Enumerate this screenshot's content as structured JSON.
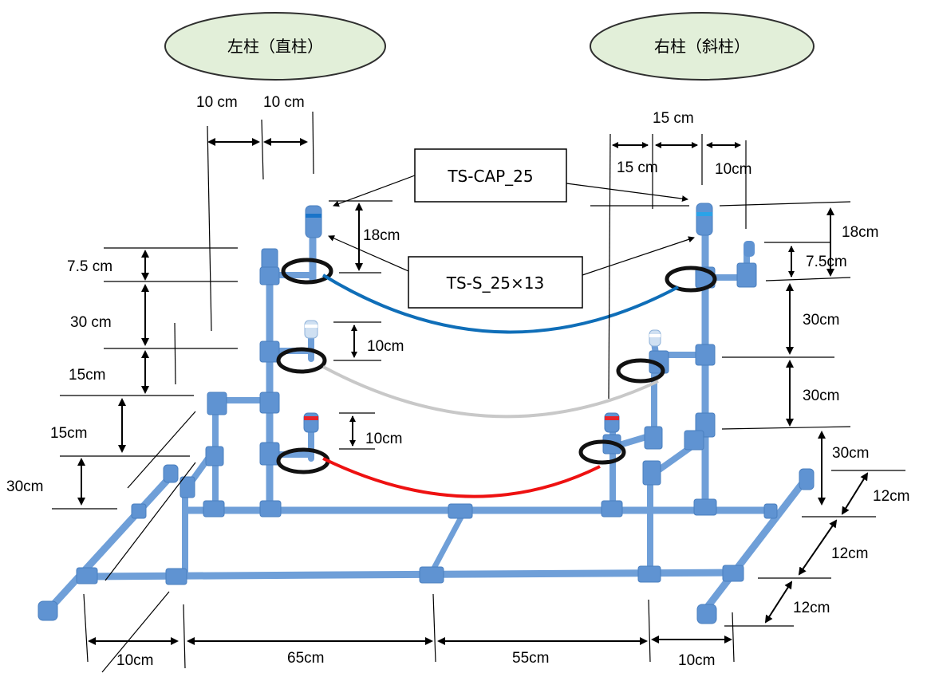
{
  "title_left": "左柱（直柱）",
  "title_right": "右柱（斜柱）",
  "callouts": {
    "cap": "TS-CAP_25",
    "socket": "TS-S_25×13"
  },
  "colors": {
    "ellipse_fill": "#e2efd9",
    "ellipse_stroke": "#2f2f2f",
    "pipe": "#6f9fd8",
    "joint": "#5f93d2",
    "hose_blue": "#0f6eb8",
    "hose_gray": "#c8c8c8",
    "hose_red": "#ee1111",
    "ring": "#111111",
    "cap_blue": "#1a74c9",
    "cap_red": "#e8232b"
  },
  "dimensions": {
    "top_left_a": "10 cm",
    "top_left_b": "10 cm",
    "top_right_a": "15 cm",
    "top_right_b": "15 cm",
    "top_right_c": "10cm",
    "left_18": "18cm",
    "left_75": "7.5 cm",
    "left_30": "30 cm",
    "left_15a": "15cm",
    "left_15b": "15cm",
    "left_30b": "30cm",
    "left_10a": "10cm",
    "left_10b": "10cm",
    "right_18": "18cm",
    "right_75": "7.5cm",
    "right_30a": "30cm",
    "right_30b": "30cm",
    "right_30c": "30cm",
    "right_12a": "12cm",
    "right_12b": "12cm",
    "right_12c": "12cm",
    "bottom_10a": "10cm",
    "bottom_65": "65cm",
    "bottom_55": "55cm",
    "bottom_10b": "10cm"
  }
}
